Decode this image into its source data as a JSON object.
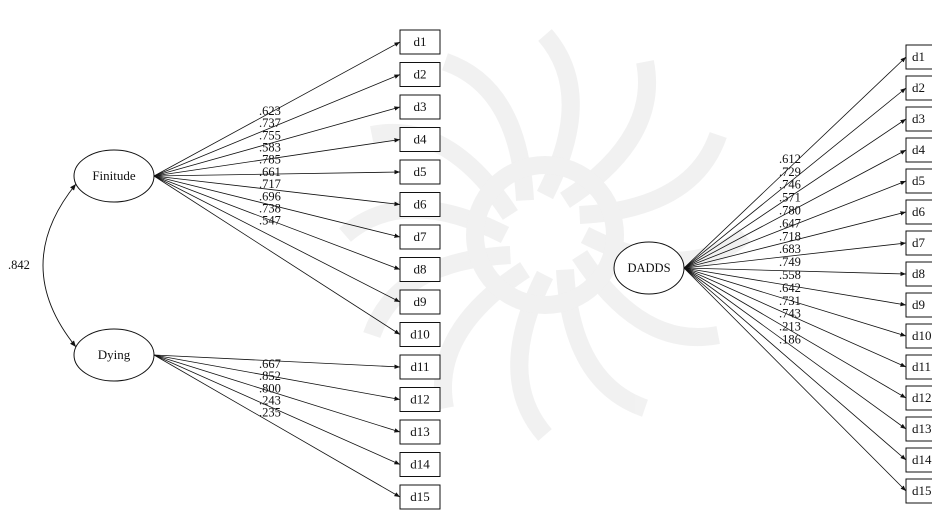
{
  "correlation": ".842",
  "left_model": {
    "factors": [
      {
        "id": "finitude",
        "label": "Finitude",
        "loadings": [
          ".623",
          ".737",
          ".755",
          ".583",
          ".785",
          ".661",
          ".717",
          ".696",
          ".738",
          ".547"
        ],
        "indicators": [
          "d1",
          "d2",
          "d3",
          "d4",
          "d5",
          "d6",
          "d7",
          "d8",
          "d9",
          "d10"
        ]
      },
      {
        "id": "dying",
        "label": "Dying",
        "loadings": [
          ".667",
          ".852",
          ".800",
          ".243",
          ".235"
        ],
        "indicators": [
          "d11",
          "d12",
          "d13",
          "d14",
          "d15"
        ]
      }
    ]
  },
  "right_model": {
    "factor": {
      "id": "dadds",
      "label": "DADDS",
      "loadings": [
        ".612",
        ".729",
        ".746",
        ".571",
        ".780",
        ".647",
        ".718",
        ".683",
        ".749",
        ".558",
        ".642",
        ".731",
        ".743",
        ".213",
        ".186"
      ],
      "indicators": [
        "d1",
        "d2",
        "d3",
        "d4",
        "d5",
        "d6",
        "d7",
        "d8",
        "d9",
        "d10",
        "d11",
        "d12",
        "d13",
        "d14",
        "d15"
      ]
    }
  }
}
